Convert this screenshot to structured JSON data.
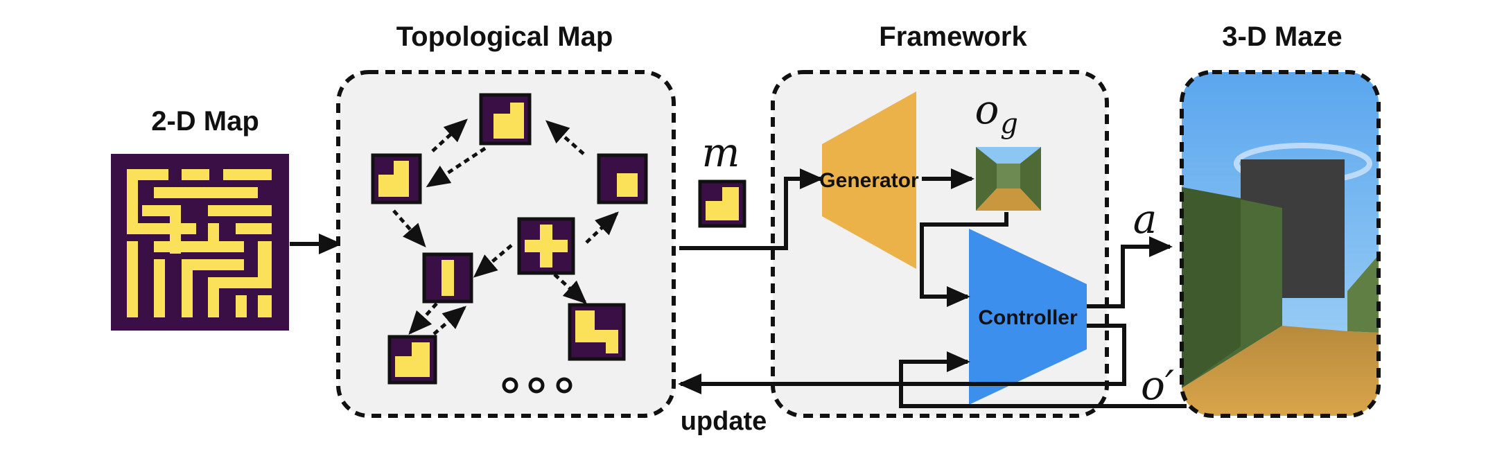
{
  "titles": {
    "map2d": "2-D Map",
    "topo": "Topological Map",
    "framework": "Framework",
    "maze3d": "3-D Maze"
  },
  "modules": {
    "generator": "Generator",
    "controller": "Controller"
  },
  "symbols": {
    "m": "m",
    "o": "o",
    "g": "g",
    "a": "a",
    "o_prime": "o′"
  },
  "labels": {
    "update": "update"
  },
  "colors": {
    "maze_dark": "#3a0f45",
    "maze_light": "#fbe05a",
    "generator": "#ecb24a",
    "controller": "#3d8fee",
    "panel_fill": "#f1f1f1",
    "sky": "#77b9f0",
    "wall": "#4d6b37",
    "floor": "#c9973e"
  }
}
